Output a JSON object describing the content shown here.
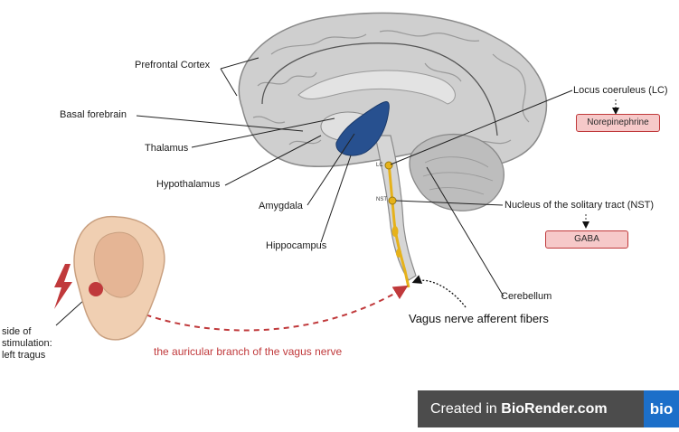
{
  "labels": {
    "prefrontal_cortex": "Prefrontal Cortex",
    "basal_forebrain": "Basal forebrain",
    "thalamus": "Thalamus",
    "hypothalamus": "Hypothalamus",
    "amygdala": "Amygdala",
    "hippocampus": "Hippocampus",
    "locus_coeruleus": "Locus coeruleus (LC)",
    "nst": "Nucleus of the solitary tract (NST)",
    "cerebellum": "Cerebellum",
    "vagus_afferent": "Vagus nerve afferent fibers",
    "auricular_branch": "the auricular branch of the vagus nerve",
    "stimulation_side": [
      "side of",
      "stimulation:",
      "left tragus"
    ],
    "lc_tag": "LC",
    "nst_tag": "NST"
  },
  "boxes": {
    "norepinephrine": "Norepinephrine",
    "gaba": "GABA"
  },
  "badge": {
    "prefix": "Created in ",
    "brand": "BioRender.com",
    "logo": "bio"
  },
  "colors": {
    "brain_gray": "#c9c9c9",
    "brain_outline": "#8a8a8a",
    "hippocampus_blue": "#27508f",
    "nerve_yellow": "#e6b21b",
    "stimulation_red": "#c0393b",
    "ear_skin": "#f0cfb2",
    "box_fill": "#f6c9c9"
  },
  "icons": {
    "lightning": "lightning-bolt-icon",
    "ear": "ear-illustration",
    "brain": "brain-sagittal-illustration"
  }
}
